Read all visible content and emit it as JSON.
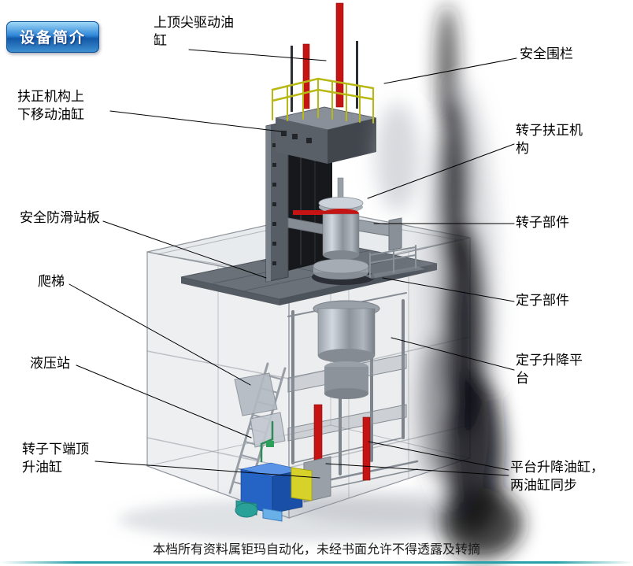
{
  "page": {
    "badge": "设备简介",
    "watermark": "本档所有资料属钜玛自动化，未经书面允许不得透露及转摘"
  },
  "callouts": [
    {
      "id": "top-center-drive-cylinder",
      "text": "上顶尖驱动油缸"
    },
    {
      "id": "safety-fence",
      "text": "安全围栏"
    },
    {
      "id": "righting-updown-cylinder",
      "text": "扶正机构上下移动油缸"
    },
    {
      "id": "rotor-righting-mechanism",
      "text": "转子扶正机构"
    },
    {
      "id": "antislip-standing-board",
      "text": "安全防滑站板"
    },
    {
      "id": "rotor-component",
      "text": "转子部件"
    },
    {
      "id": "ladder",
      "text": "爬梯"
    },
    {
      "id": "stator-component",
      "text": "定子部件"
    },
    {
      "id": "hydraulic-station",
      "text": "液压站"
    },
    {
      "id": "stator-lift-platform",
      "text": "定子升降平台"
    },
    {
      "id": "rotor-bottom-jack-cylinder",
      "text": "转子下端顶升油缸"
    },
    {
      "id": "platform-lift-cylinders",
      "text": "平台升降油缸，两油缸同步"
    }
  ],
  "colors": {
    "accent_red": "#c41414",
    "railing_yellow": "#b8b814",
    "hydraulic_blue": "#2563c4",
    "hydraulic_yellow": "#d6d22a",
    "badge_blue": "#2f86d8",
    "machine_gray": "#6b7179",
    "teal_line": "#2aa1a8"
  }
}
